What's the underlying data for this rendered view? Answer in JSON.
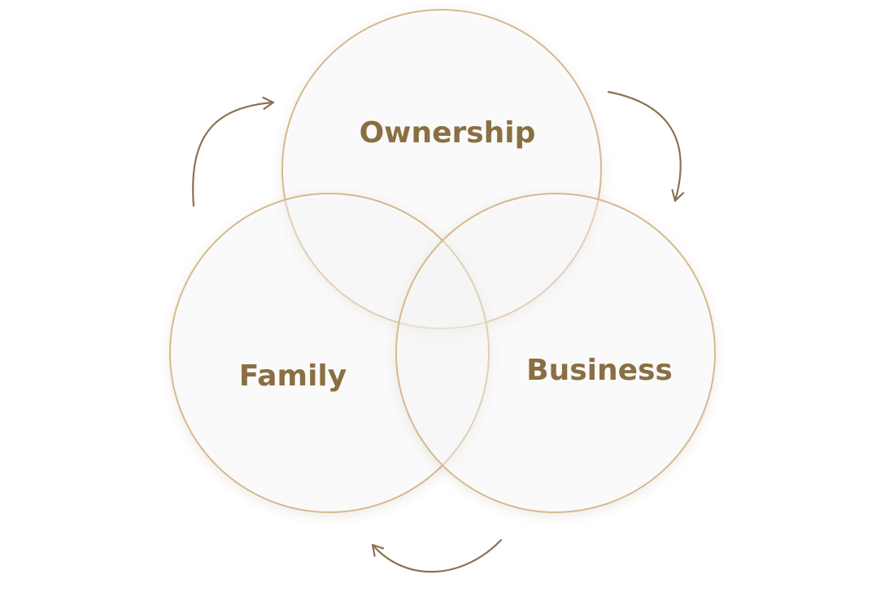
{
  "diagram": {
    "circles": [
      {
        "id": "ownership",
        "label": "Ownership"
      },
      {
        "id": "family",
        "label": "Family"
      },
      {
        "id": "business",
        "label": "Business"
      }
    ],
    "colors": {
      "text": "#8a6f42",
      "circle_stroke": "#d6b98f",
      "arrow": "#8a7350",
      "background": "#ffffff"
    },
    "arrows": {
      "direction": "clockwise",
      "count": 3
    }
  }
}
